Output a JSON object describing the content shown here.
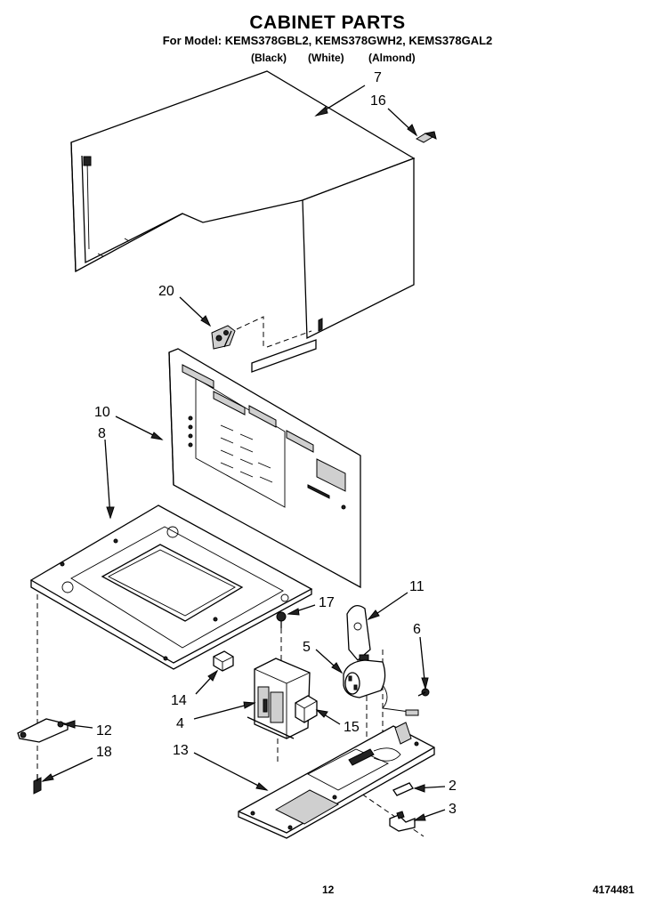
{
  "header": {
    "title": "CABINET PARTS",
    "subtitle": "For Model: KEMS378GBL2, KEMS378GWH2, KEMS378GAL2",
    "colors": [
      "(Black)",
      "(White)",
      "(Almond)"
    ]
  },
  "callouts": {
    "c7": "7",
    "c16": "16",
    "c20": "20",
    "c10": "10",
    "c8": "8",
    "c11": "11",
    "c17": "17",
    "c5": "5",
    "c6": "6",
    "c14": "14",
    "c4": "4",
    "c15": "15",
    "c12": "12",
    "c18": "18",
    "c13": "13",
    "c2": "2",
    "c3": "3"
  },
  "footer": {
    "page_number": "12",
    "part_code": "4174481"
  }
}
